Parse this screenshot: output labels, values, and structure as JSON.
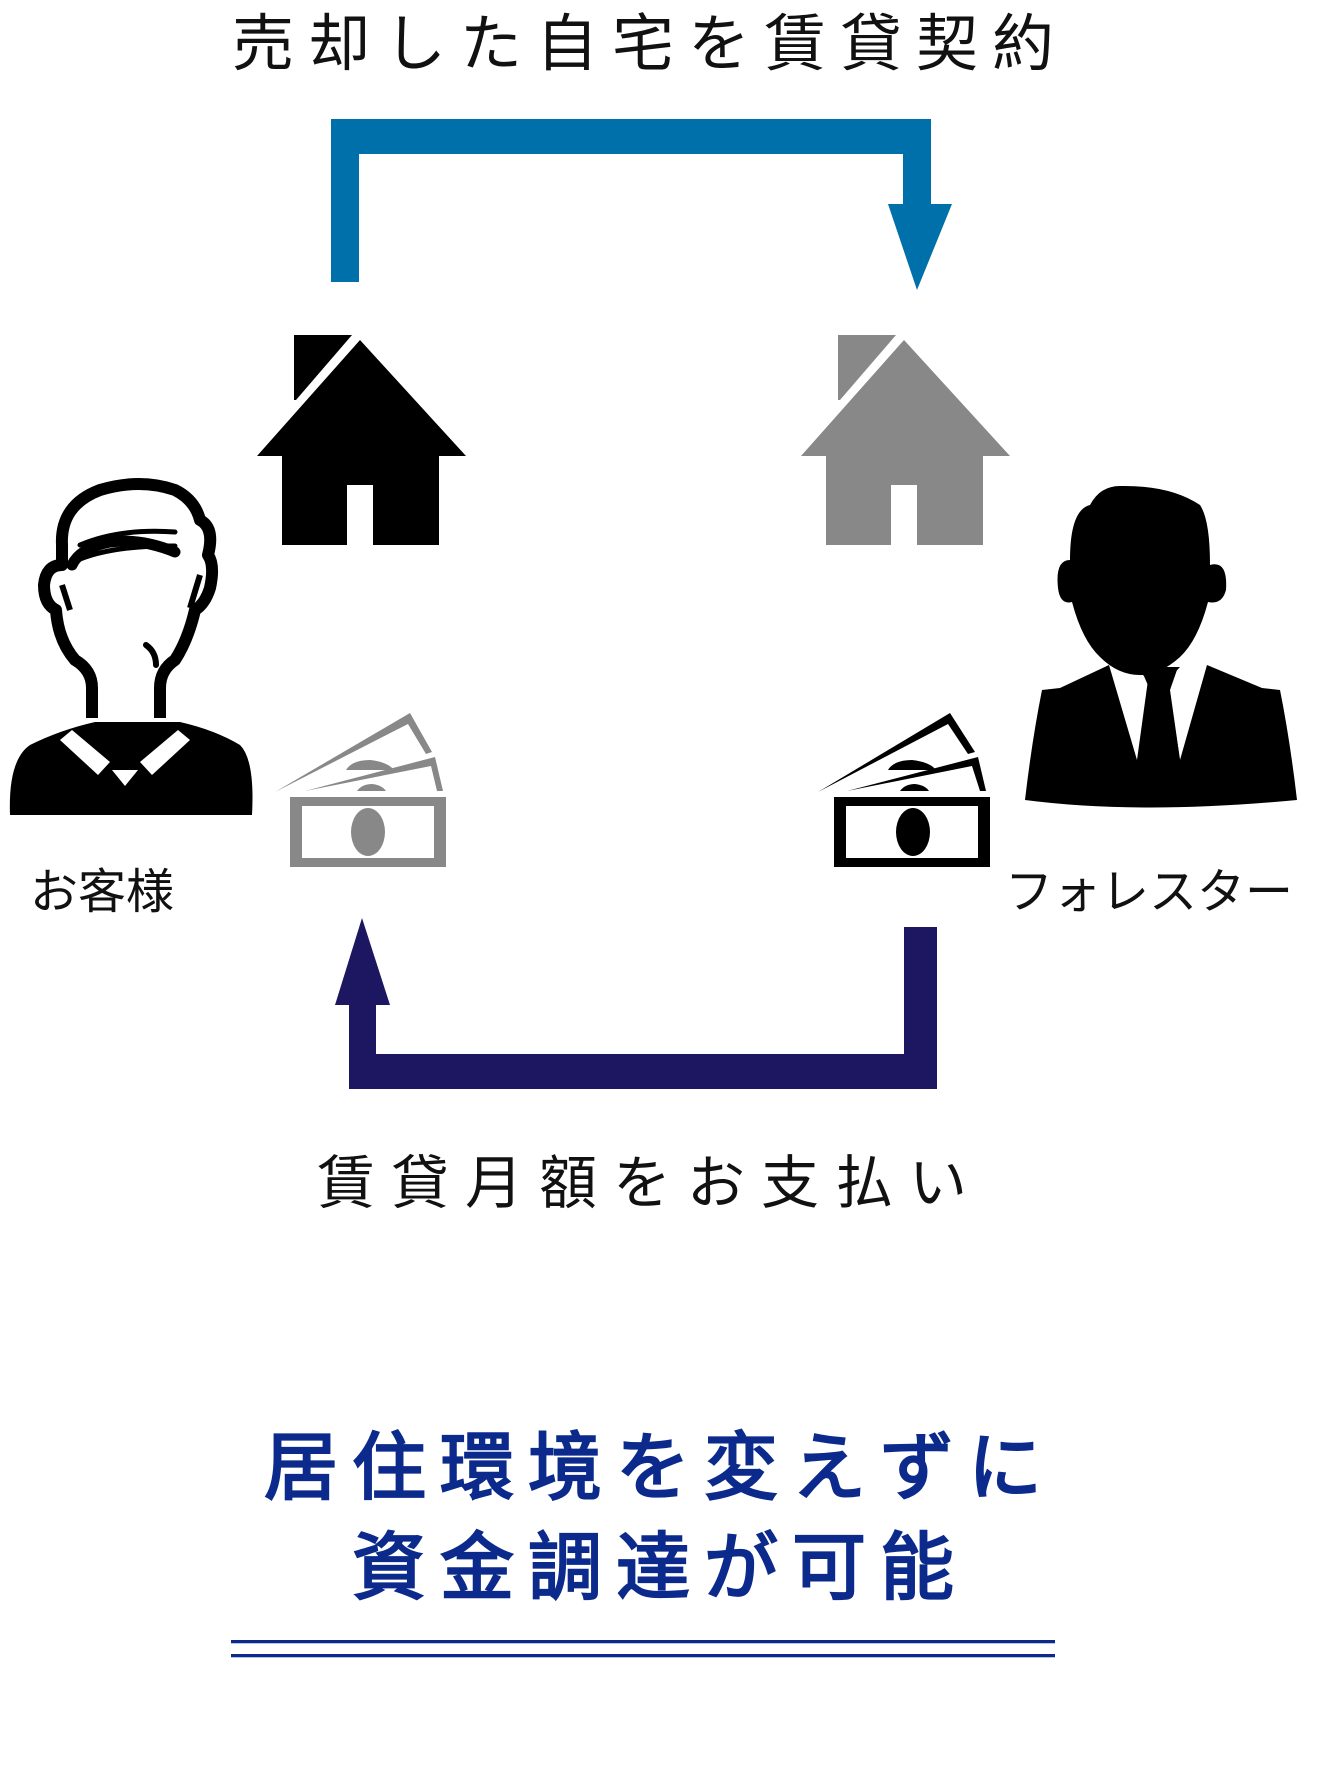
{
  "diagram": {
    "top_label": "売却した自宅を賃貸契約",
    "bottom_label": "賃貸月額をお支払い",
    "parties": {
      "left": {
        "label": "お客様",
        "icon": "elderly-man-outline-icon"
      },
      "right": {
        "label": "フォレスター",
        "icon": "businessman-silhouette-icon"
      }
    },
    "icons": {
      "left_house": "house-icon",
      "right_house": "house-icon",
      "left_money": "cash-bills-icon",
      "right_money": "cash-bills-icon"
    },
    "arrows": {
      "top": {
        "direction": "left-to-right",
        "meaning": "売却した自宅を賃貸契約"
      },
      "bottom": {
        "direction": "right-to-left",
        "meaning": "賃貸月額をお支払い"
      }
    }
  },
  "headline": {
    "line1": "居住環境を変えずに",
    "line2": "資金調達が可能"
  },
  "colors": {
    "top_arrow": "#0070AA",
    "bottom_arrow": "#1C1760",
    "left_house": "#000000",
    "right_house": "#888888",
    "left_money": "#888888",
    "right_money": "#000000",
    "headline": "#0B2A8C"
  }
}
